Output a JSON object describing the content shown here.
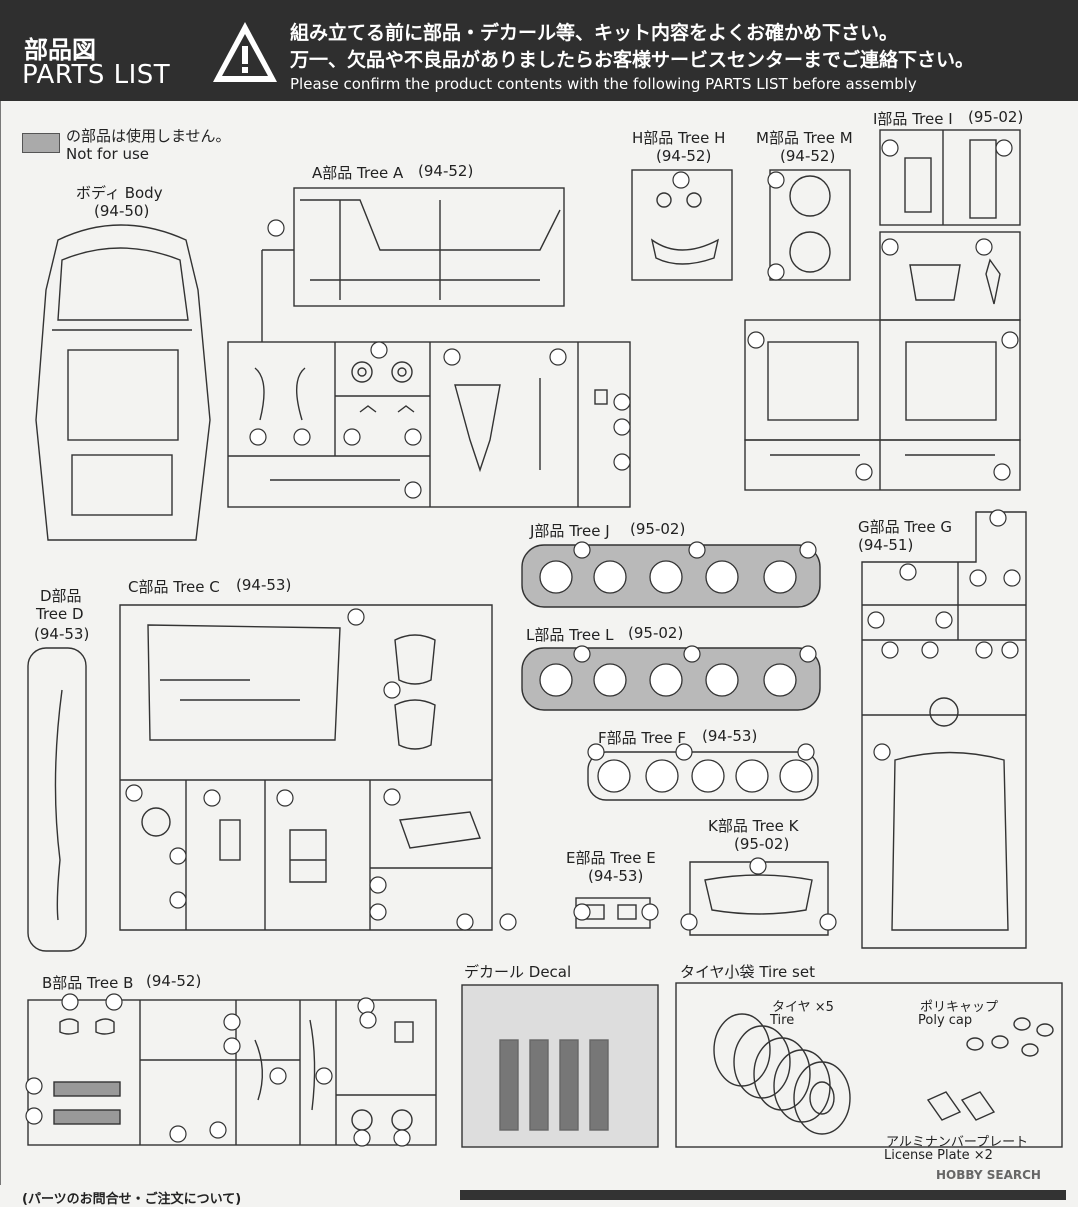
{
  "header": {
    "title_jp": "部品図",
    "title_en": "PARTS LIST",
    "notice_line1": "組み立てる前に部品・デカール等、キット内容をよくお確かめ下さい。",
    "notice_line2": "万一、欠品や不良品がありましたらお客様サービスセンターまでご連絡下さい。",
    "notice_line3": "Please confirm the product contents with the following PARTS LIST before assembly"
  },
  "legend": {
    "jp": "の部品は使用しません。",
    "en": "Not for use"
  },
  "trees": {
    "body": {
      "name": "ボディ Body",
      "code": "(94-50)"
    },
    "a": {
      "name": "A部品 Tree A",
      "code": "(94-52)"
    },
    "h": {
      "name": "H部品 Tree H",
      "code": "(94-52)"
    },
    "m": {
      "name": "M部品 Tree M",
      "code": "(94-52)"
    },
    "i": {
      "name": "I部品 Tree I",
      "code": "(95-02)"
    },
    "d": {
      "name1": "D部品",
      "name2": "Tree D",
      "code": "(94-53)"
    },
    "c": {
      "name": "C部品 Tree C",
      "code": "(94-53)"
    },
    "j": {
      "name": "J部品 Tree J",
      "code": "(95-02)"
    },
    "l": {
      "name": "L部品 Tree L",
      "code": "(95-02)"
    },
    "f": {
      "name": "F部品 Tree F",
      "code": "(94-53)"
    },
    "g": {
      "name": "G部品 Tree G",
      "code": "(94-51)"
    },
    "k": {
      "name": "K部品 Tree K",
      "code": "(95-02)"
    },
    "e": {
      "name": "E部品 Tree E",
      "code": "(94-53)"
    },
    "b": {
      "name": "B部品 Tree B",
      "code": "(94-52)"
    }
  },
  "decal": {
    "title": "デカール Decal"
  },
  "tire_set": {
    "title": "タイヤ小袋  Tire set",
    "tire_jp": "タイヤ ×5",
    "tire_en": "Tire",
    "poly_jp": "ポリキャップ",
    "poly_en": "Poly cap",
    "plate_jp": "アルミナンバープレート",
    "plate_en": "License Plate ×2"
  },
  "footer": {
    "left": "(パーツのお問合せ・ご注文について)"
  },
  "watermark": "HOBBY SEARCH"
}
